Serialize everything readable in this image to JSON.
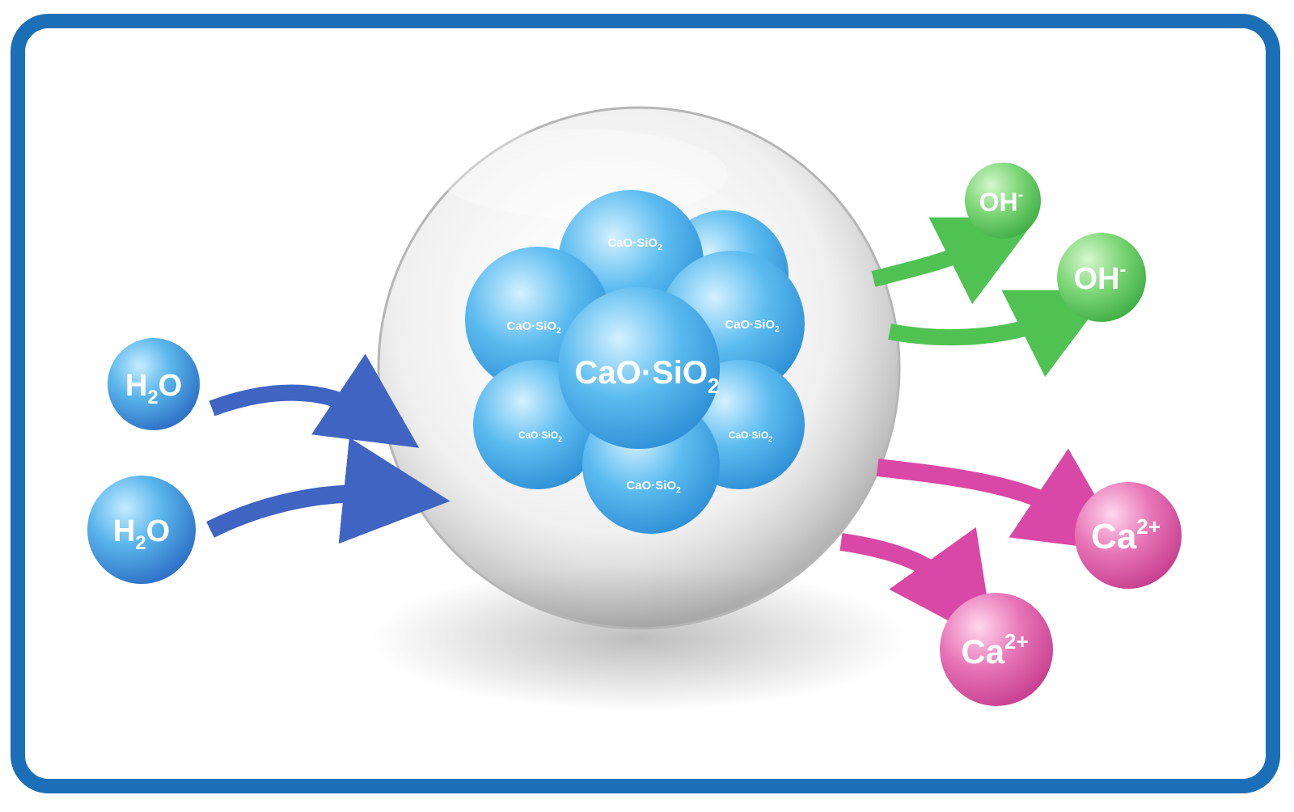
{
  "colors": {
    "frame": "#1a6fb7",
    "water": "#4fa9e6",
    "arrow_in": "#3f64c2",
    "hydroxide": "#6ecf6e",
    "arrow_oh": "#4fc253",
    "calcium": "#e06aae",
    "arrow_ca": "#d948a6",
    "core": "#53b4ee"
  },
  "core": {
    "center": {
      "base": "CaO·SiO",
      "sub": "2"
    },
    "outer": {
      "base": "CaO·SiO",
      "sub": "2"
    }
  },
  "inputs": [
    {
      "base": "H",
      "sub": "2",
      "rest": "O"
    },
    {
      "base": "H",
      "sub": "2",
      "rest": "O"
    }
  ],
  "hydroxide_ions": [
    {
      "base": "OH",
      "sup": "-"
    },
    {
      "base": "OH",
      "sup": "-"
    }
  ],
  "calcium_ions": [
    {
      "base": "Ca",
      "sup": "2+"
    },
    {
      "base": "Ca",
      "sup": "2+"
    }
  ]
}
